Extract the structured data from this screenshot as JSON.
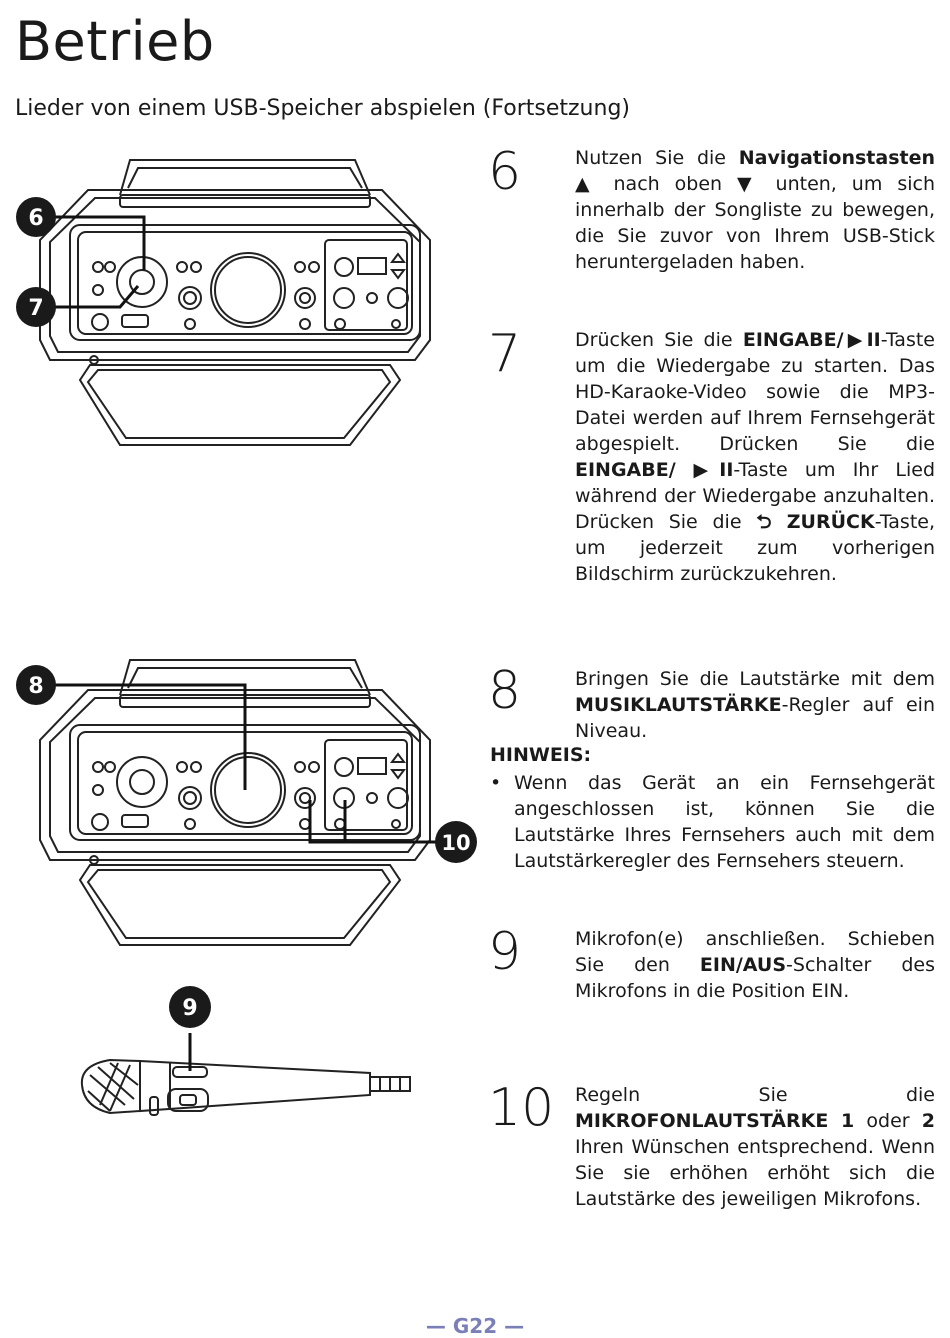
{
  "page": {
    "title": "Betrieb",
    "subtitle": "Lieder von einem USB-Speicher abspielen (Fortsetzung)",
    "footer": "— G22 —"
  },
  "figure_callouts": [
    "6",
    "7",
    "8",
    "10",
    "9"
  ],
  "steps": [
    {
      "number": "6",
      "parts": [
        {
          "t": "Nutzen Sie die "
        },
        {
          "t": "Navigationstasten",
          "b": true
        },
        {
          "t": " ▲ nach oben ▼ unten, um sich innerhalb der Songliste zu bewegen, die Sie zuvor von Ihrem USB-Stick heruntergeladen haben."
        }
      ]
    },
    {
      "number": "7",
      "parts": [
        {
          "t": "Drücken Sie die "
        },
        {
          "t": "EINGABE/▶II",
          "b": true
        },
        {
          "t": "-Taste um die Wiedergabe zu starten. Das HD-Karaoke-Video sowie die MP3-Datei werden auf Ihrem Fernsehgerät abgespielt. Drücken Sie die "
        },
        {
          "t": "EINGABE/ ▶II",
          "b": true
        },
        {
          "t": "-Taste um Ihr Lied während der Wiedergabe anzuhalten. Drücken Sie die "
        },
        {
          "t": "⮌ ZURÜCK",
          "b": true
        },
        {
          "t": "-Taste, um jederzeit zum vorherigen Bildschirm zurückzukehren."
        }
      ]
    },
    {
      "number": "8",
      "parts": [
        {
          "t": "Bringen Sie die Lautstärke mit dem "
        },
        {
          "t": "MUSIKLAUTSTÄRKE",
          "b": true
        },
        {
          "t": "-Regler auf ein Niveau."
        }
      ]
    },
    {
      "number": "9",
      "parts": [
        {
          "t": "Mikrofon(e) anschließen. Schieben Sie den "
        },
        {
          "t": "EIN/AUS",
          "b": true
        },
        {
          "t": "-Schalter des Mikrofons in die Position EIN."
        }
      ]
    },
    {
      "number": "10",
      "parts": [
        {
          "t": "Regeln Sie die "
        },
        {
          "t": "MIKROFONLAUTSTÄRKE 1",
          "b": true
        },
        {
          "t": " oder "
        },
        {
          "t": "2",
          "b": true
        },
        {
          "t": " Ihren Wünschen entsprechend. Wenn Sie sie erhöhen erhöht sich die Lautstärke des jeweiligen Mikrofons."
        }
      ]
    }
  ],
  "note": {
    "title": "HINWEIS:",
    "bullet": "•",
    "text": "Wenn das Gerät an ein Fernsehgerät angeschlossen ist, können Sie die Lautstärke Ihres Fernsehers auch mit dem Lautstärkeregler des Fernsehers steuern."
  }
}
